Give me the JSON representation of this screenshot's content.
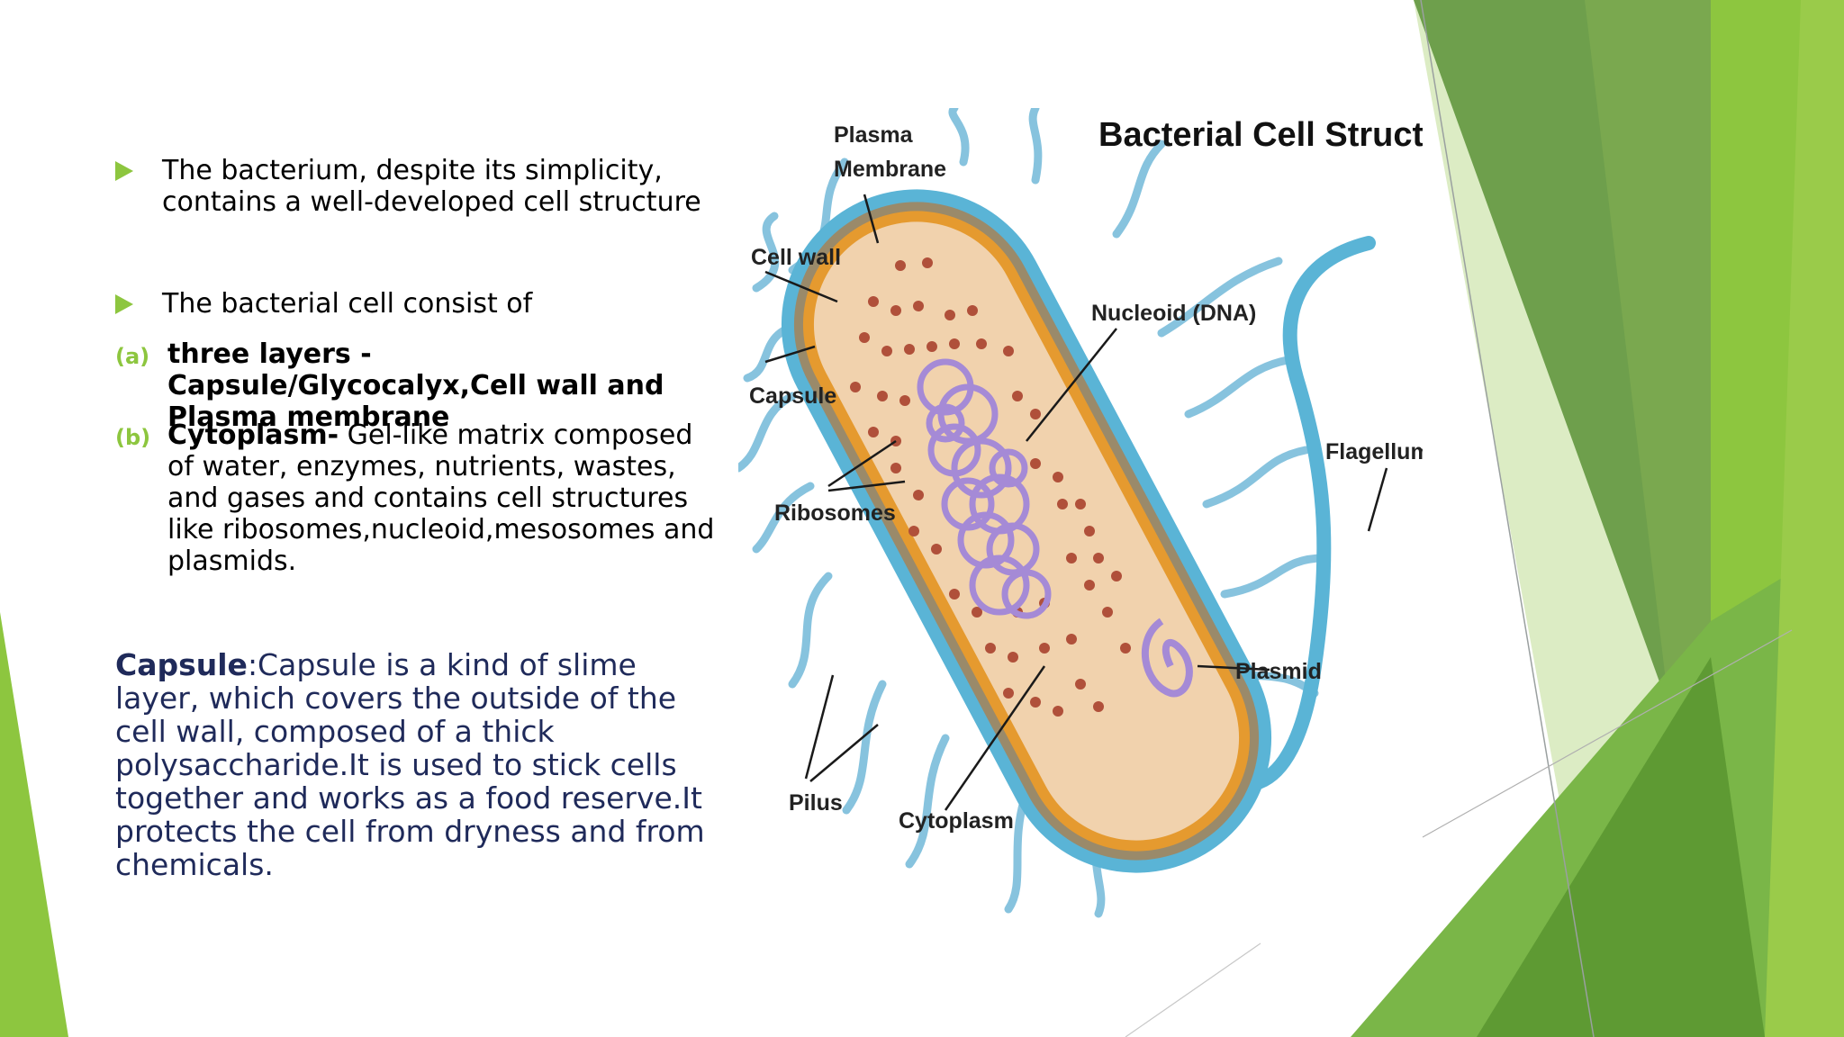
{
  "bullets": [
    {
      "text": "The bacterium, despite its simplicity, contains a well-developed cell structure"
    },
    {
      "text": "The bacterial cell consist of"
    }
  ],
  "sub_items": [
    {
      "marker": "(a)",
      "bold": "three layers -Capsule/Glycocalyx,Cell wall and Plasma membrane",
      "rest": ""
    },
    {
      "marker": "(b)",
      "bold": "Cytoplasm-",
      "rest": " Gel-like matrix composed of water, enzymes, nutrients, wastes, and gases and contains cell structures like ribosomes,nucleoid,mesosomes and plasmids."
    }
  ],
  "capsule_paragraph": {
    "term": "Capsule",
    "text": ":Capsule is a kind of slime layer, which covers the outside of the cell wall, composed of a thick polysaccharide.It is used to stick cells together and works as a food reserve.It protects the cell from dryness and from chemicals."
  },
  "diagram": {
    "title": "Bacterial Cell Structure",
    "labels": {
      "plasma_membrane_1": "Plasma",
      "plasma_membrane_2": "Membrane",
      "cell_wall": "Cell wall",
      "capsule": "Capsule",
      "ribosomes": "Ribosomes",
      "nucleoid": "Nucleoid (DNA)",
      "flagellum": "Flagellum",
      "plasmid": "Plasmid",
      "pilus": "Pilus",
      "cytoplasm": "Cytoplasm"
    }
  },
  "colors": {
    "accent_green": "#8dc63f",
    "text_navy": "#1f2a5a",
    "capsule_blue": "#5ab4d6",
    "cell_wall_orange": "#e59a2f",
    "cytoplasm_peach": "#f1d2ad",
    "nucleoid_purple": "#a58ad6",
    "ribosome_brown": "#b0503a"
  }
}
